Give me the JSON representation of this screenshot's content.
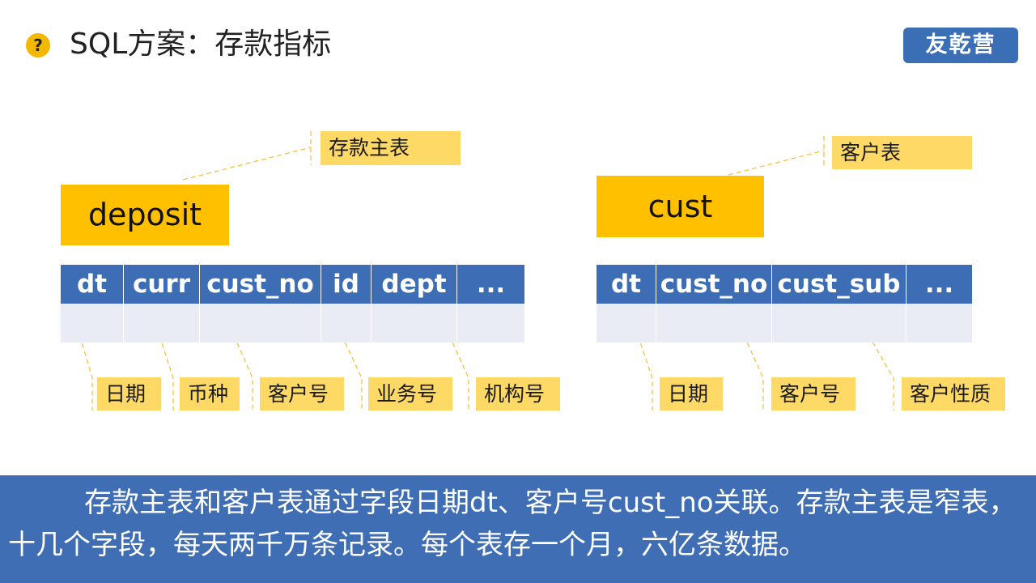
{
  "header": {
    "title": "SQL方案：存款指标",
    "icon": "question-icon",
    "icon_glyph": "?",
    "logo_text": "友乾营"
  },
  "deposit": {
    "name": "deposit",
    "note": "存款主表",
    "columns": [
      "dt",
      "curr",
      "cust_no",
      "id",
      "dept",
      "..."
    ],
    "field_notes": [
      "日期",
      "币种",
      "客户号",
      "业务号",
      "机构号"
    ]
  },
  "cust": {
    "name": "cust",
    "note": "客户表",
    "columns": [
      "dt",
      "cust_no",
      "cust_sub",
      "..."
    ],
    "field_notes": [
      "日期",
      "客户号",
      "客户性质"
    ]
  },
  "summary": "存款主表和客户表通过字段日期dt、客户号cust_no关联。存款主表是窄表，十几个字段，每天两千万条记录。每个表存一个月，六亿条数据。",
  "colors": {
    "accent_yellow": "#ffc000",
    "note_yellow": "#ffd966",
    "header_blue": "#3d6eb5",
    "band_blue": "#3f6eb4",
    "cell_light": "#e9ebf5"
  }
}
